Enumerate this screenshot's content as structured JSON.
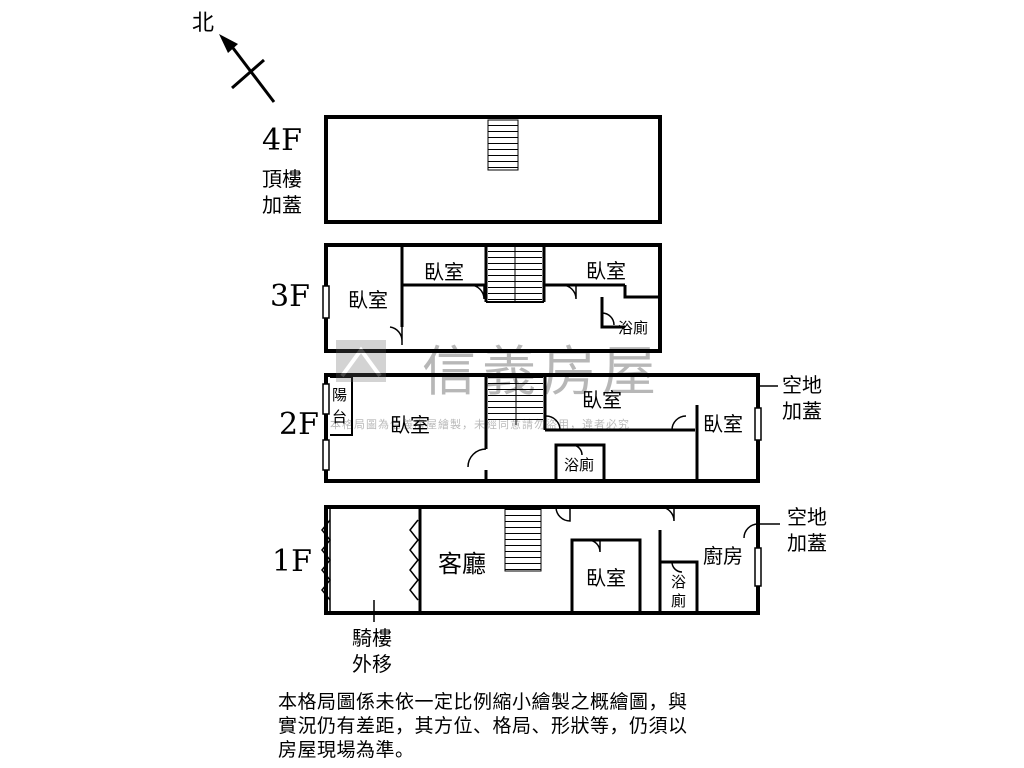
{
  "compass": {
    "north_label": "北"
  },
  "floors": {
    "f4": {
      "label": "4F",
      "note_line1": "頂樓",
      "note_line2": "加蓋"
    },
    "f3": {
      "label": "3F",
      "bedroom_left": "臥室",
      "bedroom_mid": "臥室",
      "bedroom_right": "臥室",
      "bath": "浴廁"
    },
    "f2": {
      "label": "2F",
      "balcony_line1": "陽",
      "balcony_line2": "台",
      "bedroom_left": "臥室",
      "bedroom_mid": "臥室",
      "bedroom_right": "臥室",
      "bath": "浴廁",
      "side_line1": "空地",
      "side_line2": "加蓋"
    },
    "f1": {
      "label": "1F",
      "living": "客廳",
      "bedroom": "臥室",
      "kitchen": "廚房",
      "bath_line1": "浴",
      "bath_line2": "廁",
      "side_line1": "空地",
      "side_line2": "加蓋",
      "arcade_line1": "騎樓",
      "arcade_line2": "外移"
    }
  },
  "watermark": {
    "brand": "信義房屋",
    "disclaimer": "本格局圖為信義房屋繪製，未經同意請勿盜用，違者必究"
  },
  "footer_note": {
    "line1": "本格局圖係未依一定比例縮小繪製之概繪圖，與",
    "line2": "實況仍有差距，其方位、格局、形狀等，仍須以",
    "line3": "房屋現場為準。"
  }
}
